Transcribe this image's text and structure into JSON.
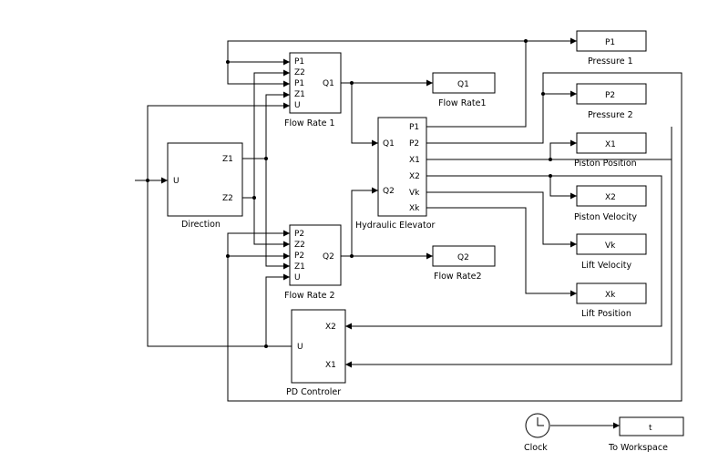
{
  "blocks": {
    "flow_rate_1": {
      "label": "Flow Rate 1",
      "inputs": [
        "P1",
        "Z2",
        "P1",
        "Z1",
        "U"
      ],
      "output": "Q1"
    },
    "flow_rate_2": {
      "label": "Flow Rate 2",
      "inputs": [
        "P2",
        "Z2",
        "P2",
        "Z1",
        "U"
      ],
      "output": "Q2"
    },
    "direction": {
      "label": "Direction",
      "input": "U",
      "outputs": [
        "Z1",
        "Z2"
      ]
    },
    "hydraulic_elevator": {
      "label": "Hydraulic Elevator",
      "inputs": [
        "Q1",
        "Q2"
      ],
      "outputs": [
        "P1",
        "P2",
        "X1",
        "X2",
        "Vk",
        "Xk"
      ]
    },
    "pd_controller": {
      "label": "PD Controler",
      "input": "U",
      "inputs_right": [
        "X2",
        "X1"
      ]
    },
    "scope_p1": {
      "text": "P1",
      "label": "Pressure 1"
    },
    "scope_q1": {
      "text": "Q1",
      "label": "Flow Rate1"
    },
    "scope_p2": {
      "text": "P2",
      "label": "Pressure 2"
    },
    "scope_x1": {
      "text": "X1",
      "label": "Piston Position"
    },
    "scope_x2": {
      "text": "X2",
      "label": "Piston Velocity"
    },
    "scope_vk": {
      "text": "Vk",
      "label": "Lift Velocity"
    },
    "scope_q2": {
      "text": "Q2",
      "label": "Flow Rate2"
    },
    "scope_xk": {
      "text": "Xk",
      "label": "Lift Position"
    },
    "clock": {
      "label": "Clock"
    },
    "to_workspace": {
      "text": "t",
      "label": "To Workspace"
    }
  }
}
